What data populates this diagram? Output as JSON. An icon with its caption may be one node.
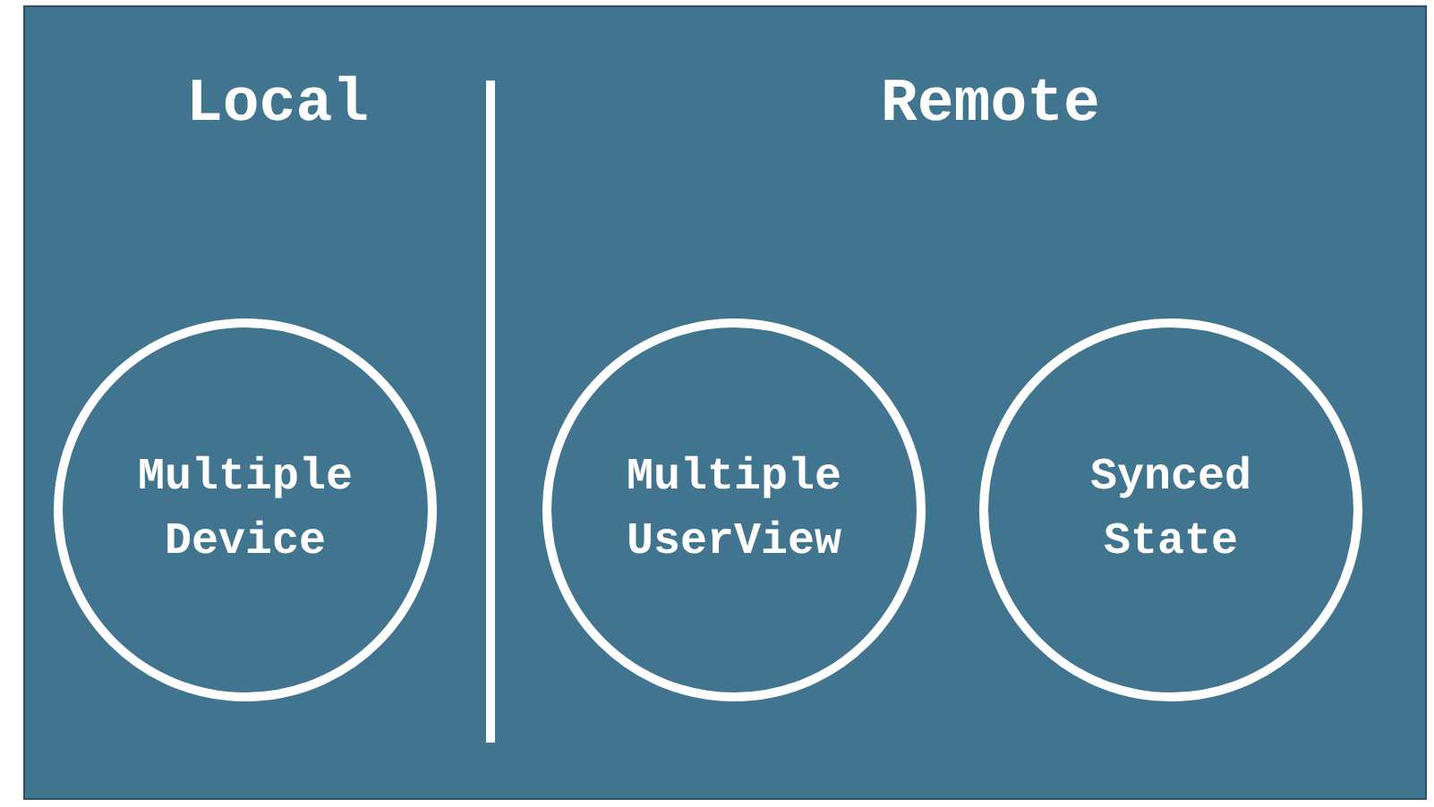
{
  "diagram": {
    "nodes": [
      {
        "text": [
          "Multiple Device"
        ]
      },
      {
        "text": [
          "Multiple UserView"
        ]
      },
      {
        "text": [
          "Synced State"
        ]
      }
    ],
    "labels": [
      "Local",
      "Remote"
    ]
  }
}
